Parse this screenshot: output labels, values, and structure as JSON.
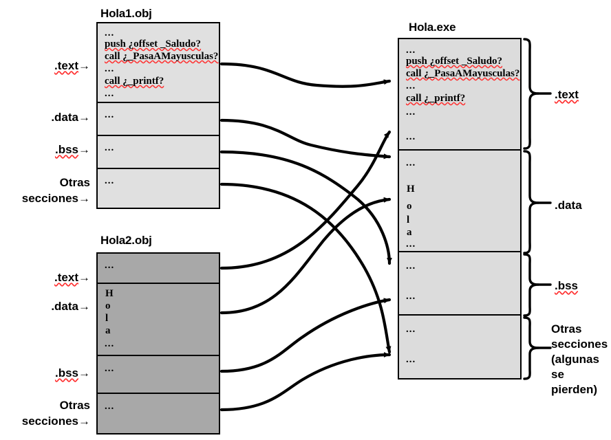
{
  "diagram": {
    "title_obj1": "Hola1.obj",
    "title_obj2": "Hola2.obj",
    "title_exe": "Hola.exe",
    "ellipsis": "...",
    "code": {
      "push": "push ¿offset _Saludo?",
      "call_pasa": "call ¿_PasaAMayusculas?",
      "call_printf": "call ¿_printf?"
    },
    "hola_chars": [
      "H",
      "o",
      "l",
      "a"
    ],
    "left_labels": {
      "text": ".text",
      "data": ".data",
      "bss": ".bss",
      "otras_l1": "Otras",
      "otras_l2": "secciones",
      "arrow": "→"
    },
    "right_labels": {
      "text": ".text",
      "data": ".data",
      "bss": ".bss",
      "otras": "Otras\nsecciones\n(algunas\n se\npierden)"
    },
    "colors": {
      "obj1_fill": "#e0e0e0",
      "obj2_fill": "#a8a8a8",
      "exe_fill": "#dcdcdc",
      "stroke": "#000000",
      "squiggle": "#ff2f2f"
    }
  }
}
